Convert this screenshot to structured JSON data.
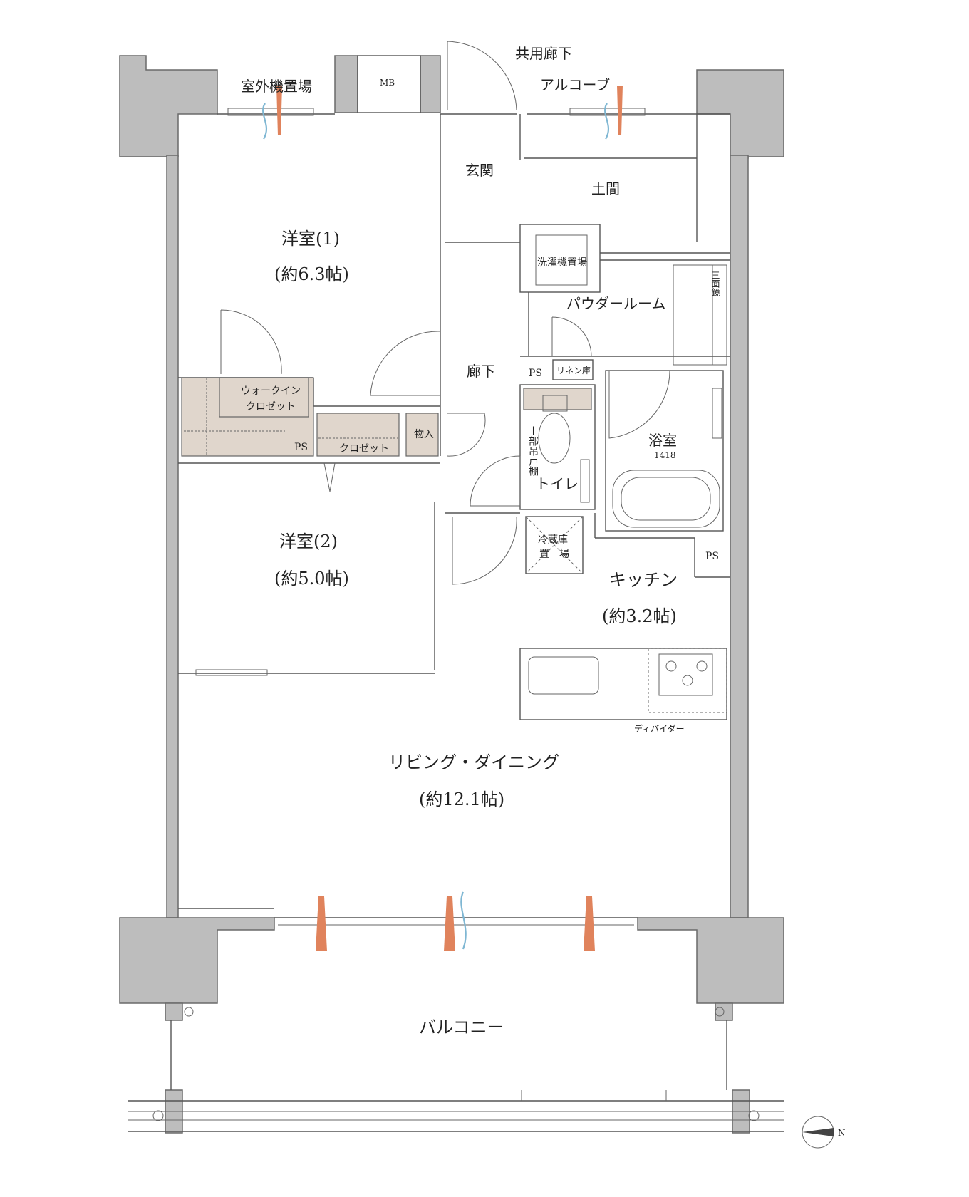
{
  "labels": {
    "common_corridor": "共用廊下",
    "outdoor_unit": "室外機置場",
    "mb": "MB",
    "alcove": "アルコーブ",
    "entrance": "玄関",
    "doma": "土間",
    "western_room_1": "洋室(1)",
    "western_room_1_size": "(約6.3帖)",
    "laundry": "洗濯機置場",
    "powder_room": "パウダールーム",
    "three_mirror": "三面鏡",
    "corridor": "廊下",
    "ps_1": "PS",
    "linen": "リネン庫",
    "walk_in_closet_1": "ウォークイン",
    "walk_in_closet_2": "クロゼット",
    "storage": "物入",
    "upper_shelf": "上部吊戸棚",
    "ps_2": "PS",
    "closet": "クロゼット",
    "bathroom": "浴室",
    "bathroom_size": "1418",
    "toilet": "トイレ",
    "western_room_2": "洋室(2)",
    "western_room_2_size": "(約5.0帖)",
    "fridge_1": "冷蔵庫",
    "fridge_2": "置　場",
    "ps_3": "PS",
    "kitchen": "キッチン",
    "kitchen_size": "(約3.2帖)",
    "divider": "ディバイダー",
    "living": "リビング・ダイニング",
    "living_size": "(約12.1帖)",
    "balcony": "バルコニー",
    "north_marker": "N"
  },
  "colors": {
    "wall": "#bdbdbd",
    "closet_fill": "#e0d6cc",
    "ventilation_arrow": "#e0835c",
    "air_flow": "#7fb7d3"
  }
}
